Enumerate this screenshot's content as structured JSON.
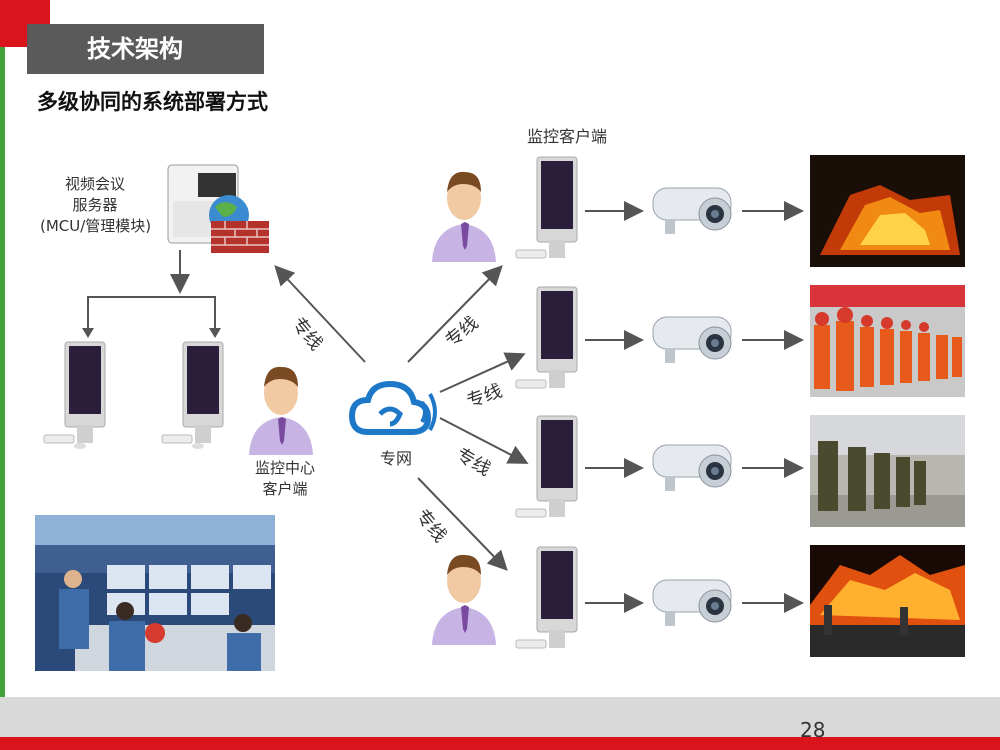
{
  "title": "技术架构",
  "subtitle": "多级协同的系统部署方式",
  "server_label": [
    "视频会议",
    "服务器",
    "(MCU/管理模块)"
  ],
  "monitor_client_label": "监控客户端",
  "center_label": [
    "监控中心",
    "客户端"
  ],
  "network_label": "专网",
  "line_label": "专线",
  "page_number": "28",
  "colors": {
    "accent_red": "#d9141c",
    "accent_green": "#43a33a",
    "title_bg": "#5a5a5a"
  }
}
